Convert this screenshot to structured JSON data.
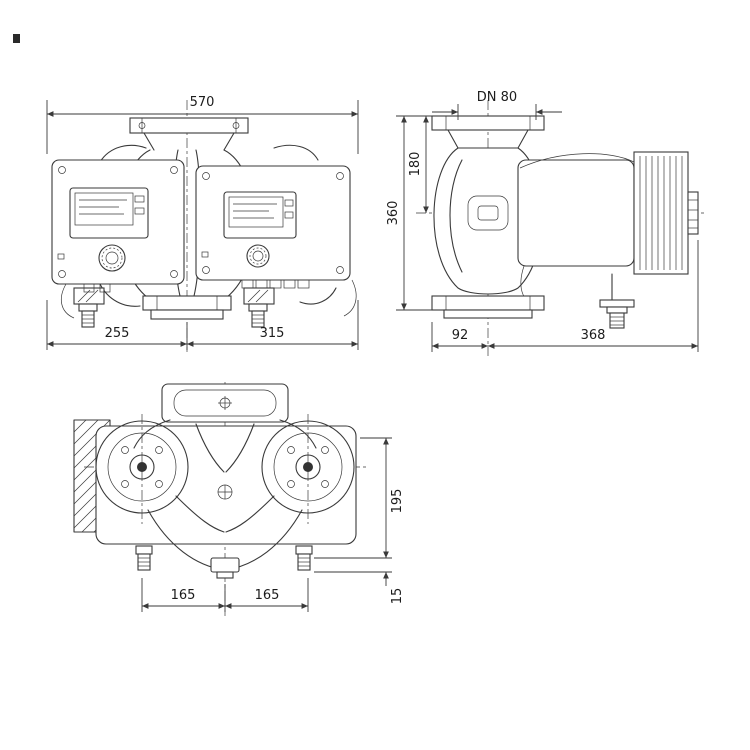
{
  "drawing": {
    "views": {
      "front": {
        "dims": {
          "width_total": "570",
          "width_left": "255",
          "width_right": "315"
        }
      },
      "side": {
        "dims": {
          "flange_dn": "DN 80",
          "height_flange_to_axis": "180",
          "height_total": "360",
          "length_left": "92",
          "length_right": "368"
        }
      },
      "top": {
        "dims": {
          "depth": "195",
          "base_height": "15",
          "span_left": "165",
          "span_right": "165"
        }
      }
    },
    "colors": {
      "line": "#3a3a3a",
      "background": "#ffffff"
    }
  }
}
